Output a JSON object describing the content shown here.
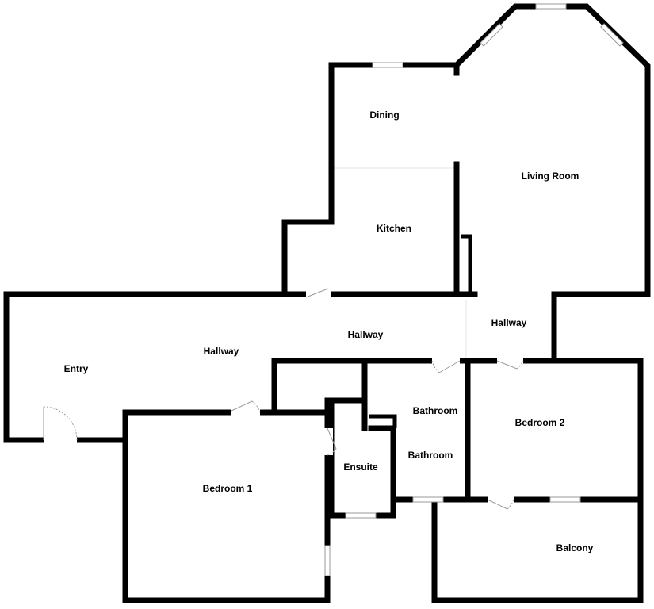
{
  "floorplan": {
    "rooms": [
      {
        "id": "dining",
        "label": "Dining"
      },
      {
        "id": "living-room",
        "label": "Living Room"
      },
      {
        "id": "kitchen",
        "label": "Kitchen"
      },
      {
        "id": "hallway-north",
        "label": "Hallway"
      },
      {
        "id": "hallway-central",
        "label": "Hallway"
      },
      {
        "id": "hallway-west",
        "label": "Hallway"
      },
      {
        "id": "entry",
        "label": "Entry"
      },
      {
        "id": "bathroom-1",
        "label": "Bathroom"
      },
      {
        "id": "bathroom-2",
        "label": "Bathroom"
      },
      {
        "id": "bedroom-2",
        "label": "Bedroom 2"
      },
      {
        "id": "ensuite",
        "label": "Ensuite"
      },
      {
        "id": "bedroom-1",
        "label": "Bedroom 1"
      },
      {
        "id": "balcony",
        "label": "Balcony"
      }
    ],
    "colors": {
      "wall": "#000000",
      "door": "#9a9a9a",
      "window": "#999999",
      "background": "#ffffff"
    }
  }
}
